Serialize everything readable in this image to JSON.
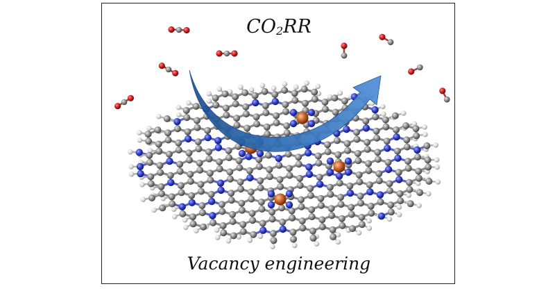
{
  "figure": {
    "title_main": "CO",
    "title_sub": "2",
    "title_tail": "RR",
    "caption": "Vacancy engineering"
  },
  "colors": {
    "carbon": "#8c8c8c",
    "nitrogen": "#3140c8",
    "hydrogen": "#e6e6e6",
    "oxygen": "#d11f1f",
    "metal": "#c8622a",
    "arrow": "#2f6db5"
  }
}
